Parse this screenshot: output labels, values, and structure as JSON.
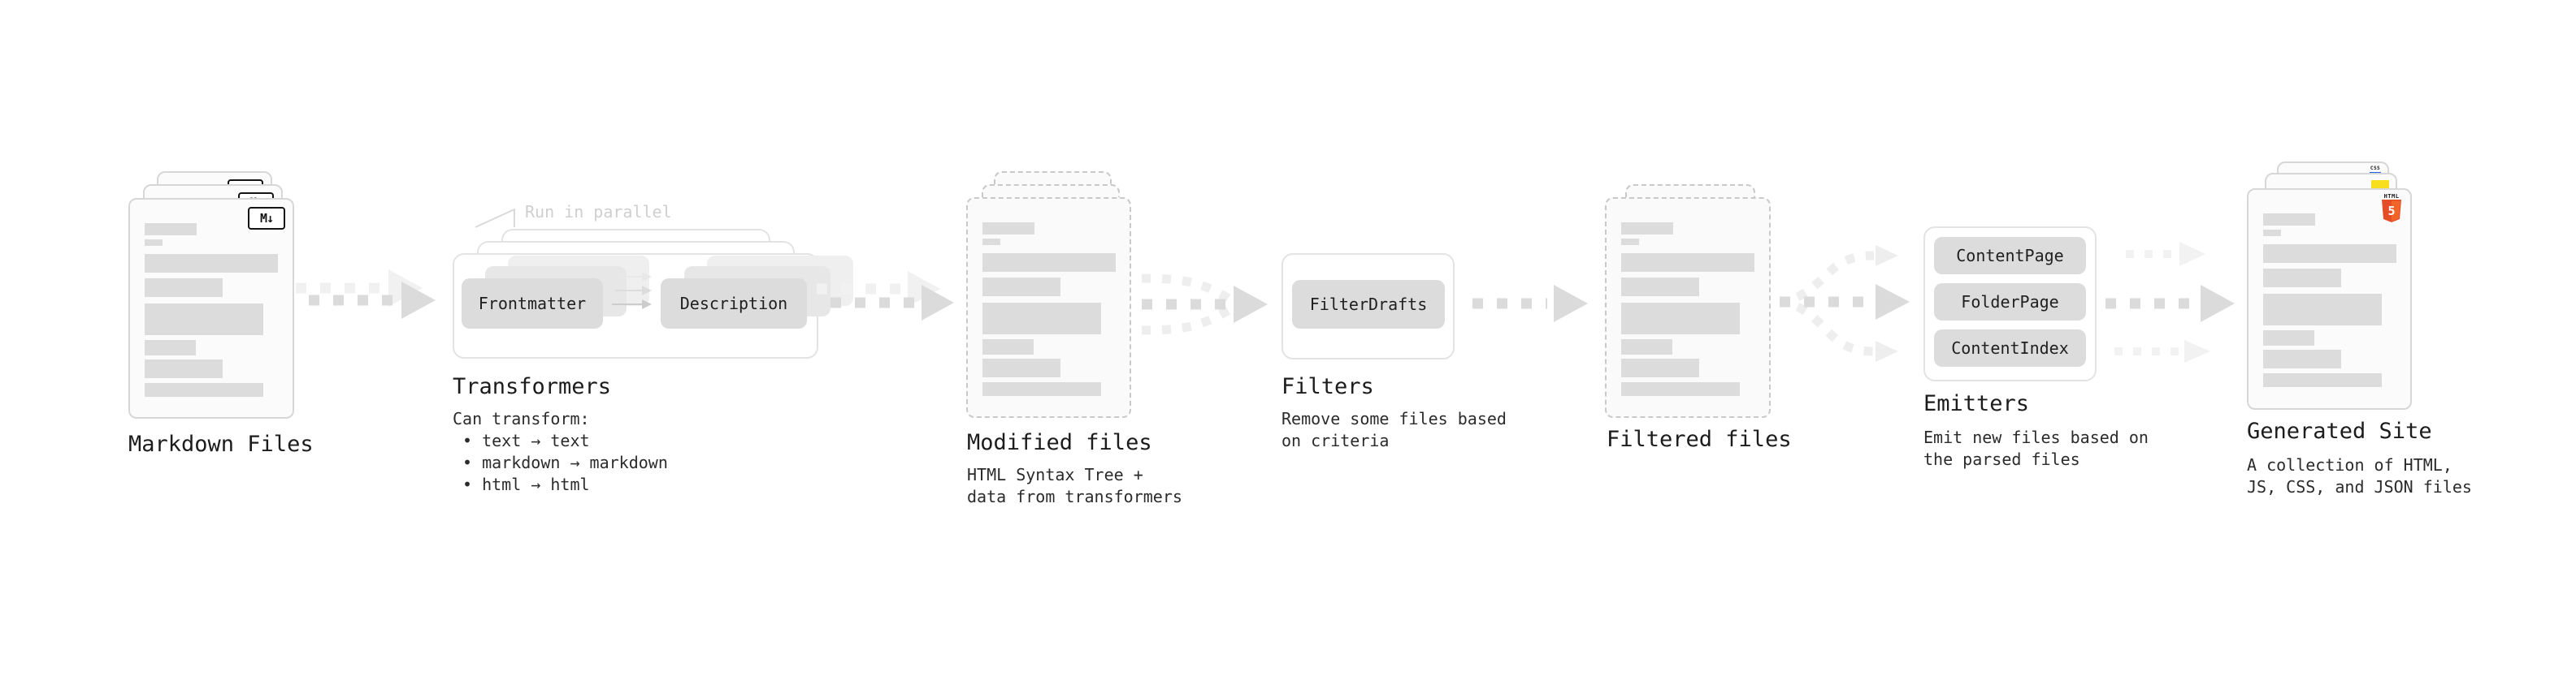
{
  "diagram": {
    "stages": {
      "markdown_files": {
        "title": "Markdown Files",
        "badge": "M↓"
      },
      "transformers": {
        "title": "Transformers",
        "callout": "Run in parallel",
        "pill_left": "Frontmatter",
        "pill_right": "Description",
        "body": [
          "Can transform:",
          "• text → text",
          "• markdown → markdown",
          "• html → html"
        ]
      },
      "modified_files": {
        "title": "Modified files",
        "body": [
          "HTML Syntax Tree +",
          "data from transformers"
        ]
      },
      "filters": {
        "title": "Filters",
        "pill": "FilterDrafts",
        "body": [
          "Remove some files based",
          "on criteria"
        ]
      },
      "filtered_files": {
        "title": "Filtered files"
      },
      "emitters": {
        "title": "Emitters",
        "pills": [
          "ContentPage",
          "FolderPage",
          "ContentIndex"
        ],
        "body": [
          "Emit new files based on",
          "the parsed files"
        ]
      },
      "generated_site": {
        "title": "Generated Site",
        "body": [
          "A collection of HTML,",
          "JS, CSS, and JSON files"
        ],
        "badges": {
          "html_word": "HTML",
          "html_number": "5",
          "css_word": "CSS"
        }
      }
    },
    "colors": {
      "background": "#ffffff",
      "text": "#1c1c1c",
      "skeleton_bar": "#dcdcdc",
      "arrow_main": "#dbdbdb",
      "arrow_ghost": "#f1f1f1",
      "callout_text": "#cfcfcf",
      "html5_shield": "#e44d26",
      "html5_shield_light": "#f16529",
      "js_badge": "#f7df1e",
      "css_bar": "#2760e6"
    }
  }
}
